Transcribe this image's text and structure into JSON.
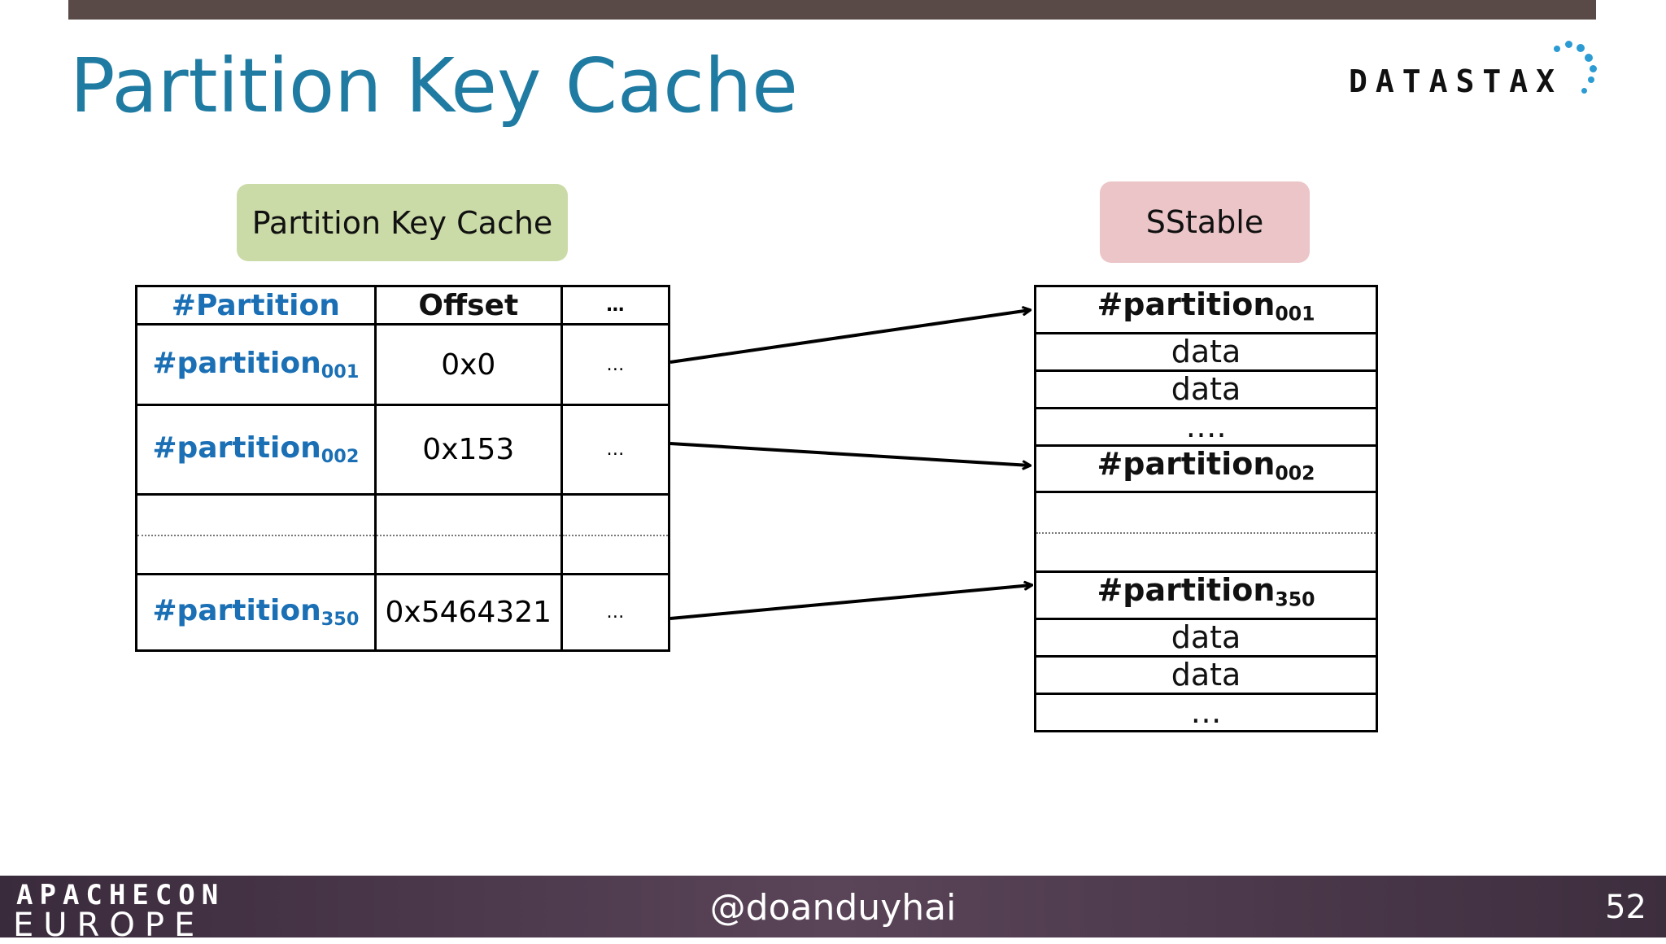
{
  "slide": {
    "title": "Partition Key Cache",
    "page_number": "52"
  },
  "brand": {
    "name": "DATASTAX"
  },
  "labels": {
    "cache": "Partition Key Cache",
    "sstable": "SStable"
  },
  "cache_table": {
    "headers": [
      "#Partition",
      "Offset",
      "…"
    ],
    "rows": [
      {
        "name": "#partition",
        "sub": "001",
        "offset": "0x0",
        "more": "…"
      },
      {
        "name": "#partition",
        "sub": "002",
        "offset": "0x153",
        "more": "…"
      },
      {
        "name": "#partition",
        "sub": "350",
        "offset": "0x5464321",
        "more": "…"
      }
    ]
  },
  "sstable": {
    "rows": [
      {
        "name": "#partition",
        "sub": "001"
      },
      "data",
      "data",
      "….",
      {
        "name": "#partition",
        "sub": "002"
      },
      {
        "name": "#partition",
        "sub": "350"
      },
      "data",
      "data",
      "…"
    ]
  },
  "footer": {
    "logo_top": "APACHECON",
    "logo_bottom": "EUROPE",
    "handle": "@doanduyhai"
  },
  "colors": {
    "title": "#1f7ba2",
    "partition_text": "#1a6fb5",
    "cache_pill": "#cbdba8",
    "sstable_pill": "#ebc5c7",
    "top_bar": "#5a4a47"
  }
}
